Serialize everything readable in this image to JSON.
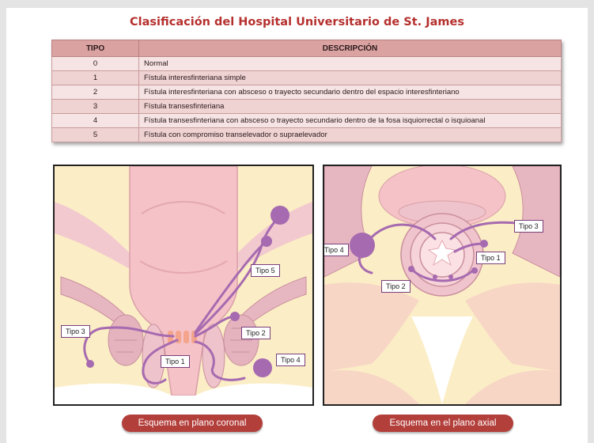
{
  "title": "Clasificación del Hospital Universitario de St. James",
  "table": {
    "headers": [
      "TIPO",
      "DESCRIPCIÓN"
    ],
    "rows": [
      {
        "tipo": "0",
        "desc": "Normal"
      },
      {
        "tipo": "1",
        "desc": "Fístula interesfinteriana simple"
      },
      {
        "tipo": "2",
        "desc": "Fístula interesfinteriana con absceso o trayecto secundario dentro del espacio interesfinteriano"
      },
      {
        "tipo": "3",
        "desc": "Fístula transesfinteriana"
      },
      {
        "tipo": "4",
        "desc": "Fístula transesfinteriana con absceso o trayecto secundario dentro de la fosa isquiorrectal o isquioanal"
      },
      {
        "tipo": "5",
        "desc": "Fístula con compromiso transelevador o supraelevador"
      }
    ]
  },
  "coronal": {
    "labels": {
      "tipo5": "Tipo 5",
      "tipo3": "Tipo 3",
      "tipo2": "Tipo 2",
      "tipo1": "Tipo 1",
      "tipo4": "Tipo 4"
    },
    "caption": "Esquema en plano coronal"
  },
  "axial": {
    "labels": {
      "tipo3": "Tipo 3",
      "tipo4": "Tipo 4",
      "tipo1": "Tipo 1",
      "tipo2": "Tipo 2"
    },
    "caption": "Esquema en el plano axial"
  },
  "colors": {
    "title": "#b5302e",
    "fistula": "#a66ab0",
    "pill": "#b33f3b"
  }
}
